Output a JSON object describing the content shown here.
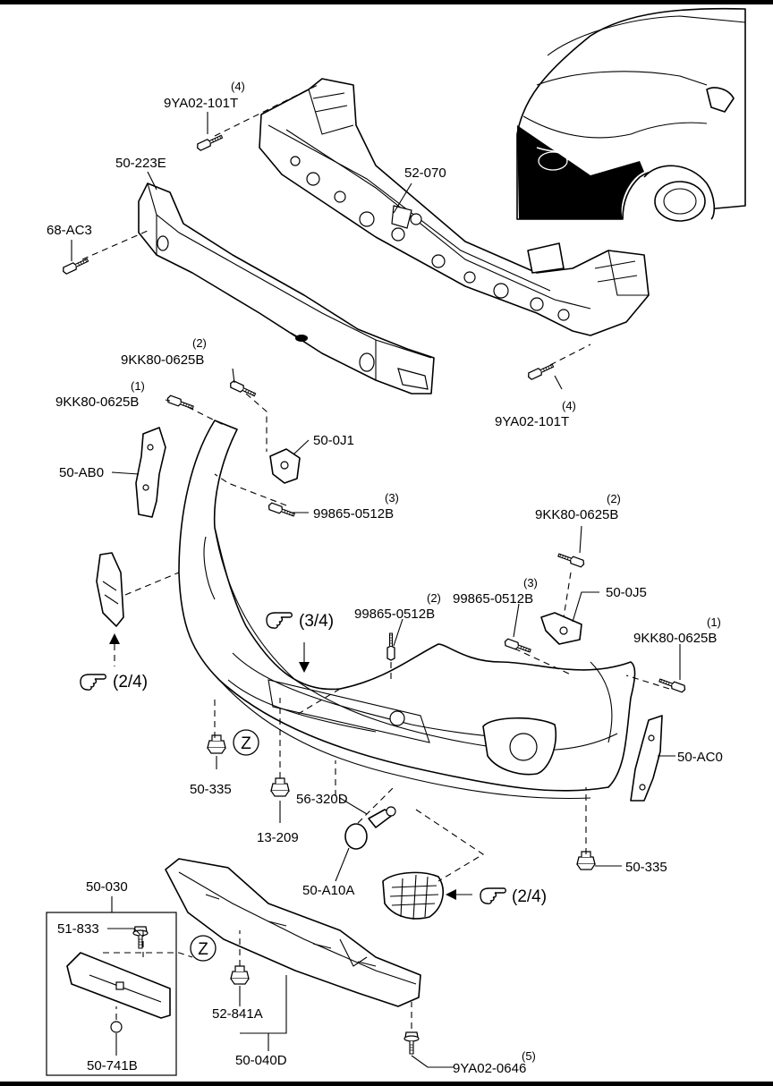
{
  "labels": {
    "bolt_9ya02_101t_top": "9YA02-101T",
    "bolt_9ya02_101t_right": "9YA02-101T",
    "bracket_50_223e": "50-223E",
    "clip_68_ac3": "68-AC3",
    "reinforcement_52_070": "52-070",
    "bolt_9kk80_0625b_a": "9KK80-0625B",
    "bolt_9kk80_0625b_b": "9KK80-0625B",
    "bracket_50_0j1": "50-0J1",
    "bracket_50_ab0": "50-AB0",
    "screw_99865_0512b_a": "99865-0512B",
    "bolt_9kk80_0625b_c": "9KK80-0625B",
    "screw_99865_0512b_b": "99865-0512B",
    "screw_99865_0512b_c": "99865-0512B",
    "bracket_50_0j5": "50-0J5",
    "bolt_9kk80_0625b_d": "9KK80-0625B",
    "bracket_50_ac0": "50-AC0",
    "nut_50_335_left": "50-335",
    "clip_13_209": "13-209",
    "part_56_320d": "56-320D",
    "nut_50_335_right": "50-335",
    "cap_50_a10a": "50-A10A",
    "plate_50_030": "50-030",
    "bolt_51_833": "51-833",
    "nut_52_841a": "52-841A",
    "cover_50_040d": "50-040D",
    "plug_50_741b": "50-741B",
    "bolt_9ya02_0646": "9YA02-0646"
  },
  "quantities": {
    "q_top_9ya02": "(4)",
    "q_right_9ya02": "(4)",
    "q_9kk80_a": "(2)",
    "q_9kk80_b": "(1)",
    "q_99865_a": "(3)",
    "q_9kk80_c": "(2)",
    "q_99865_b": "(2)",
    "q_99865_c": "(3)",
    "q_9kk80_d": "(1)",
    "q_9ya02_0646": "(5)"
  },
  "refs": {
    "ref_2_4_left": "(2/4)",
    "ref_3_4": "(3/4)",
    "ref_2_4_bottom": "(2/4)",
    "z_marker_a": "Z",
    "z_marker_b": "Z"
  },
  "icons": {
    "pointing_hand": "pointing-hand-icon",
    "vehicle": "vehicle-front-icon"
  },
  "colors": {
    "ink": "#000000",
    "paper": "#ffffff"
  }
}
